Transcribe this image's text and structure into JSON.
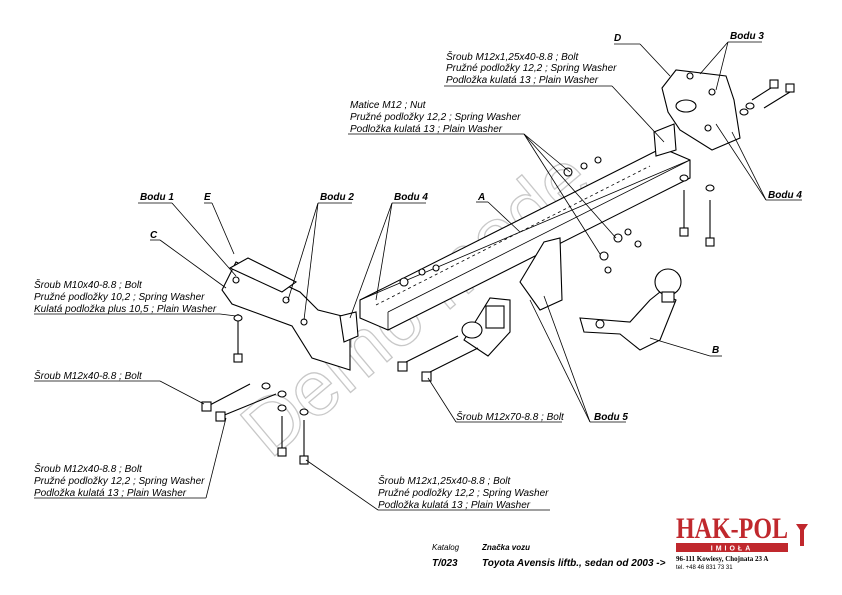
{
  "labels": {
    "bodu1": "Bodu 1",
    "bodu2": "Bodu 2",
    "bodu3": "Bodu 3",
    "bodu4": "Bodu 4",
    "bodu5": "Bodu 5",
    "a": "A",
    "b": "B",
    "c": "C",
    "d": "D",
    "e": "E"
  },
  "notes": {
    "top_right": [
      "Šroub M12x1,25x40-8.8 ;  Bolt",
      "Pružné podložky  12,2 ; Spring Washer",
      "Podložka kulatá 13 ; Plain Washer"
    ],
    "nut": [
      "Matice  M12 ; Nut",
      "Pružné podložky  12,2 ; Spring Washer",
      "Podložka kulatá 13 ; Plain Washer"
    ],
    "left_m10": [
      "Šroub M10x40-8.8 ;  Bolt",
      "Pružné podložky 10,2 ; Spring Washer",
      "Kulatá podložka plus 10,5 ; Plain Washer"
    ],
    "left_m12": [
      "Šroub M12x40-8.8 ;  Bolt"
    ],
    "bottom_left": [
      "Šroub M12x40-8.8 ;  Bolt",
      "Pružné podložky 12,2 ; Spring Washer",
      "Podložka kulatá 13 ; Plain Washer"
    ],
    "bottom_mid": [
      "Šroub M12x1,25x40-8.8 ;  Bolt",
      "Pružné podložky 12,2 ; Spring Washer",
      "Podložka kulatá 13 ; Plain Washer"
    ],
    "m12x70": [
      "Šroub M12x70-8.8 ;  Bolt"
    ]
  },
  "watermark": "Demo mode",
  "footer": {
    "katalog_label": "Katalog",
    "katalog_value": "T/023",
    "znacka_label": "Značka vozu",
    "znacka_value": "Toyota Avensis liftb., sedan   od 2003 ->"
  },
  "brand": {
    "name": "HAK-POL",
    "sub": "IMIOŁA",
    "address": "96-111 Kowiesy, Chojnata 23 A",
    "phone": "tel. +48 46 831 73 31",
    "color": "#c0282d"
  }
}
